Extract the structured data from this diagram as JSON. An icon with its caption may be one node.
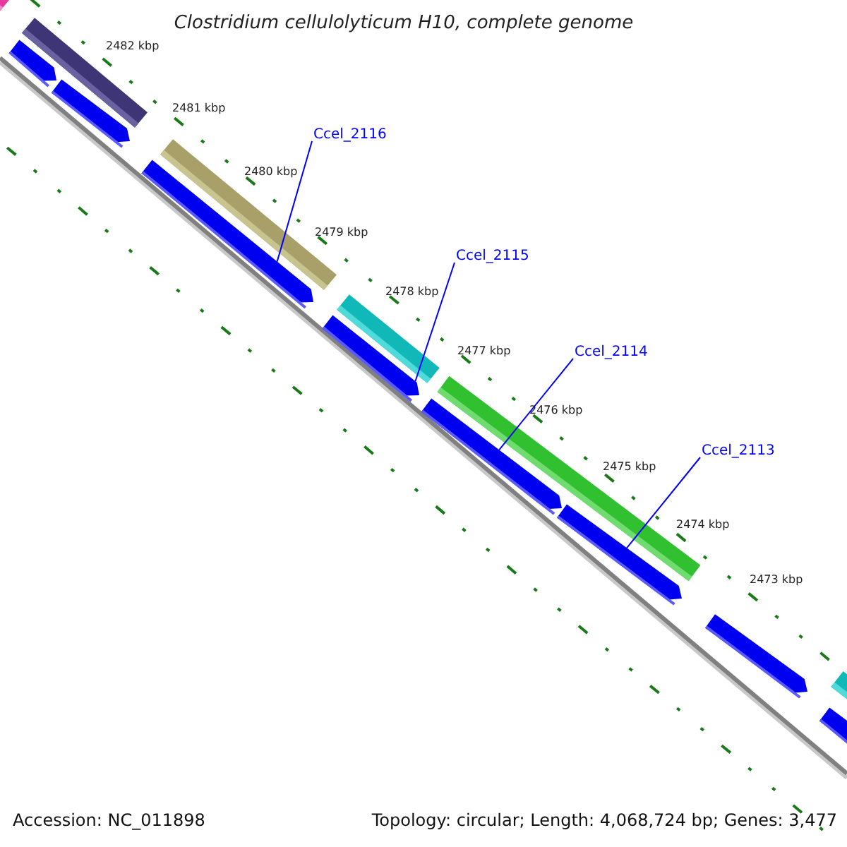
{
  "diagram": {
    "title": "Clostridium cellulolyticum H10, complete genome",
    "nodes": [
      {
        "text": [
          "Ccel_2116"
        ]
      },
      {
        "text": [
          "Ccel_2115"
        ]
      },
      {
        "text": [
          "Ccel_2114"
        ]
      },
      {
        "text": [
          "Ccel_2113"
        ]
      },
      {
        "text": [],
        "shape": "bar"
      },
      {
        "text": [],
        "shape": "bar"
      },
      {
        "text": [],
        "shape": "arrow"
      },
      {
        "text": [],
        "shape": "arrow"
      },
      {
        "text": [],
        "shape": "bar"
      },
      {
        "text": [],
        "shape": "arrow"
      },
      {
        "text": [],
        "shape": "bar"
      },
      {
        "text": [],
        "shape": "arrow"
      },
      {
        "text": [],
        "shape": "bar"
      },
      {
        "text": [],
        "shape": "arrow"
      },
      {
        "text": [],
        "shape": "arrow"
      },
      {
        "text": [],
        "shape": "arrow"
      },
      {
        "text": [],
        "shape": "bar"
      },
      {
        "text": [],
        "shape": "arrow"
      }
    ],
    "edges": [
      {
        "from": 0,
        "to": 9,
        "arrow": "none"
      },
      {
        "from": 1,
        "to": 11,
        "arrow": "none"
      },
      {
        "from": 2,
        "to": 13,
        "arrow": "none"
      },
      {
        "from": 3,
        "to": 14,
        "arrow": "none"
      }
    ],
    "labels": [
      "2482 kbp",
      "2481 kbp",
      "2480 kbp",
      "2479 kbp",
      "2478 kbp",
      "2477 kbp",
      "2476 kbp",
      "2475 kbp",
      "2474 kbp",
      "2473 kbp",
      "Accession: NC_011898",
      "Topology: circular; Length: 4,068,724 bp; Genes: 3,477"
    ]
  }
}
